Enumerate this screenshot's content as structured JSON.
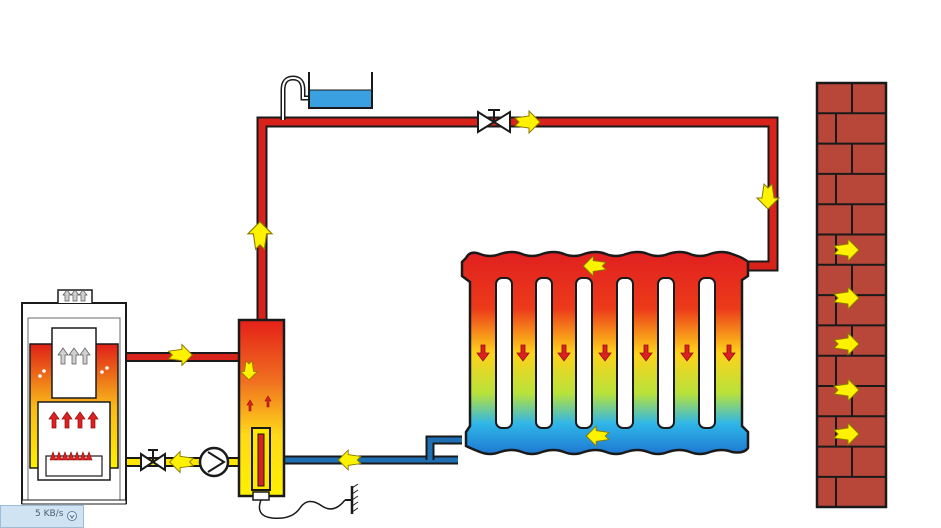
{
  "colors": {
    "hot": "#d8231a",
    "cold": "#1f6fb5",
    "outline": "#1a1a1a",
    "arrow_fill": "#fff200",
    "brick": "#b8473a",
    "water": "#3aa0e0",
    "yellow": "#ffe600"
  },
  "components": [
    "boiler",
    "accumulator-tank",
    "expansion-tank",
    "radiator",
    "pump",
    "valve",
    "brick-wall"
  ],
  "status": {
    "speed": "5 KB/s"
  }
}
